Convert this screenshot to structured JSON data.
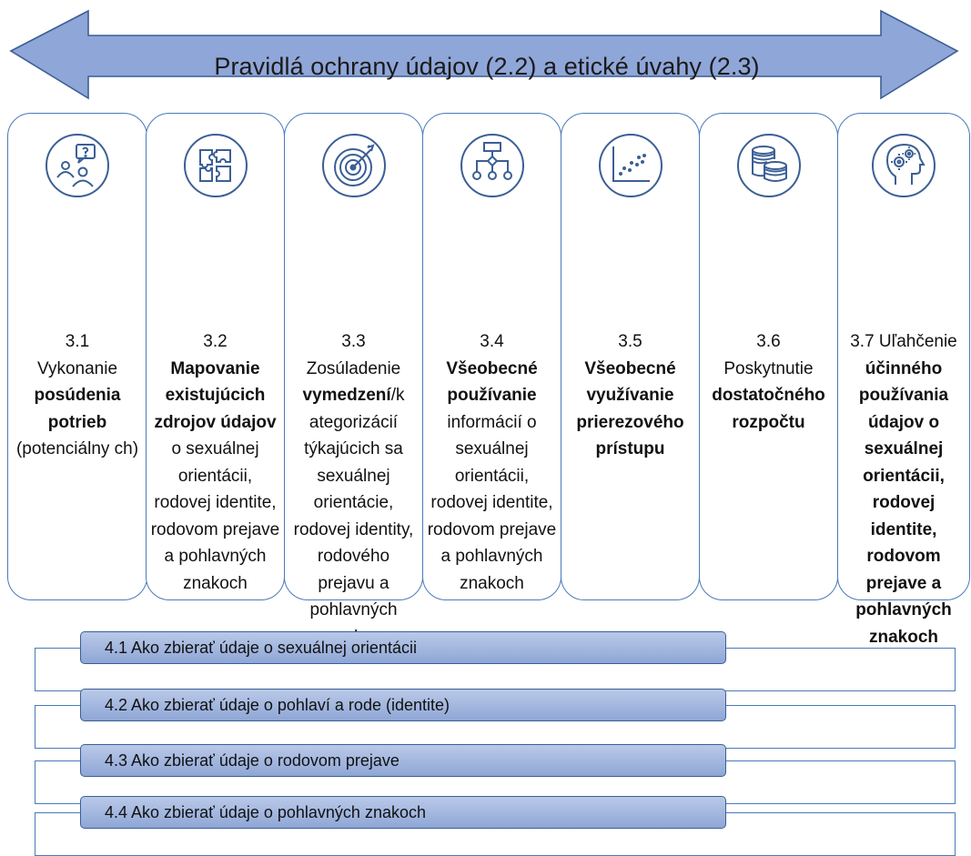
{
  "banner": {
    "text": "Pravidlá ochrany údajov (2.2) a etické úvahy (2.3)",
    "fill": "#8fa6d8",
    "stroke": "#3b5f95"
  },
  "columns": [
    {
      "icon": "people-question-icon",
      "num": "3.1",
      "pre": "Vykonanie ",
      "bold": "posúdenia potrieb",
      "post": " (potenciálny ch)"
    },
    {
      "icon": "puzzle-icon",
      "num": "3.2",
      "pre": "",
      "bold": "Mapovanie existujúcich zdrojov údajov",
      "post": " o sexuálnej orientácii, rodovej identite, rodovom prejave a pohlavných znakoch"
    },
    {
      "icon": "target-icon",
      "num": "3.3",
      "pre": "Zosúladenie ",
      "bold": "vymedzení",
      "post": "/k ategorizácií týkajúcich sa sexuálnej orientácie, rodovej identity, rodového prejavu a pohlavných znakov"
    },
    {
      "icon": "flowchart-icon",
      "num": "3.4",
      "pre": "",
      "bold": "Všeobecné používanie",
      "post": " informácií o sexuálnej orientácii, rodovej identite, rodovom prejave a pohlavných znakoch"
    },
    {
      "icon": "scatter-chart-icon",
      "num": "3.5",
      "pre": "",
      "bold": "Všeobecné využívanie prierezového prístupu",
      "post": ""
    },
    {
      "icon": "coins-icon",
      "num": "3.6",
      "pre": "Poskytnutie ",
      "bold": "dostatočného rozpočtu",
      "post": ""
    },
    {
      "icon": "head-gears-icon",
      "num": "3.7",
      "pre": " Uľahčenie ",
      "bold": "účinného používania údajov o sexuálnej orientácii, rodovej identite, rodovom prejave a pohlavných znakoch",
      "post": ""
    }
  ],
  "howto": [
    "4.1 Ako zbierať údaje o sexuálnej orientácii",
    "4.2 Ako zbierať údaje o pohlaví a rode (identite)",
    "4.3 Ako zbierať údaje o rodovom prejave",
    "4.4 Ako zbierať údaje o pohlavných znakoch"
  ]
}
